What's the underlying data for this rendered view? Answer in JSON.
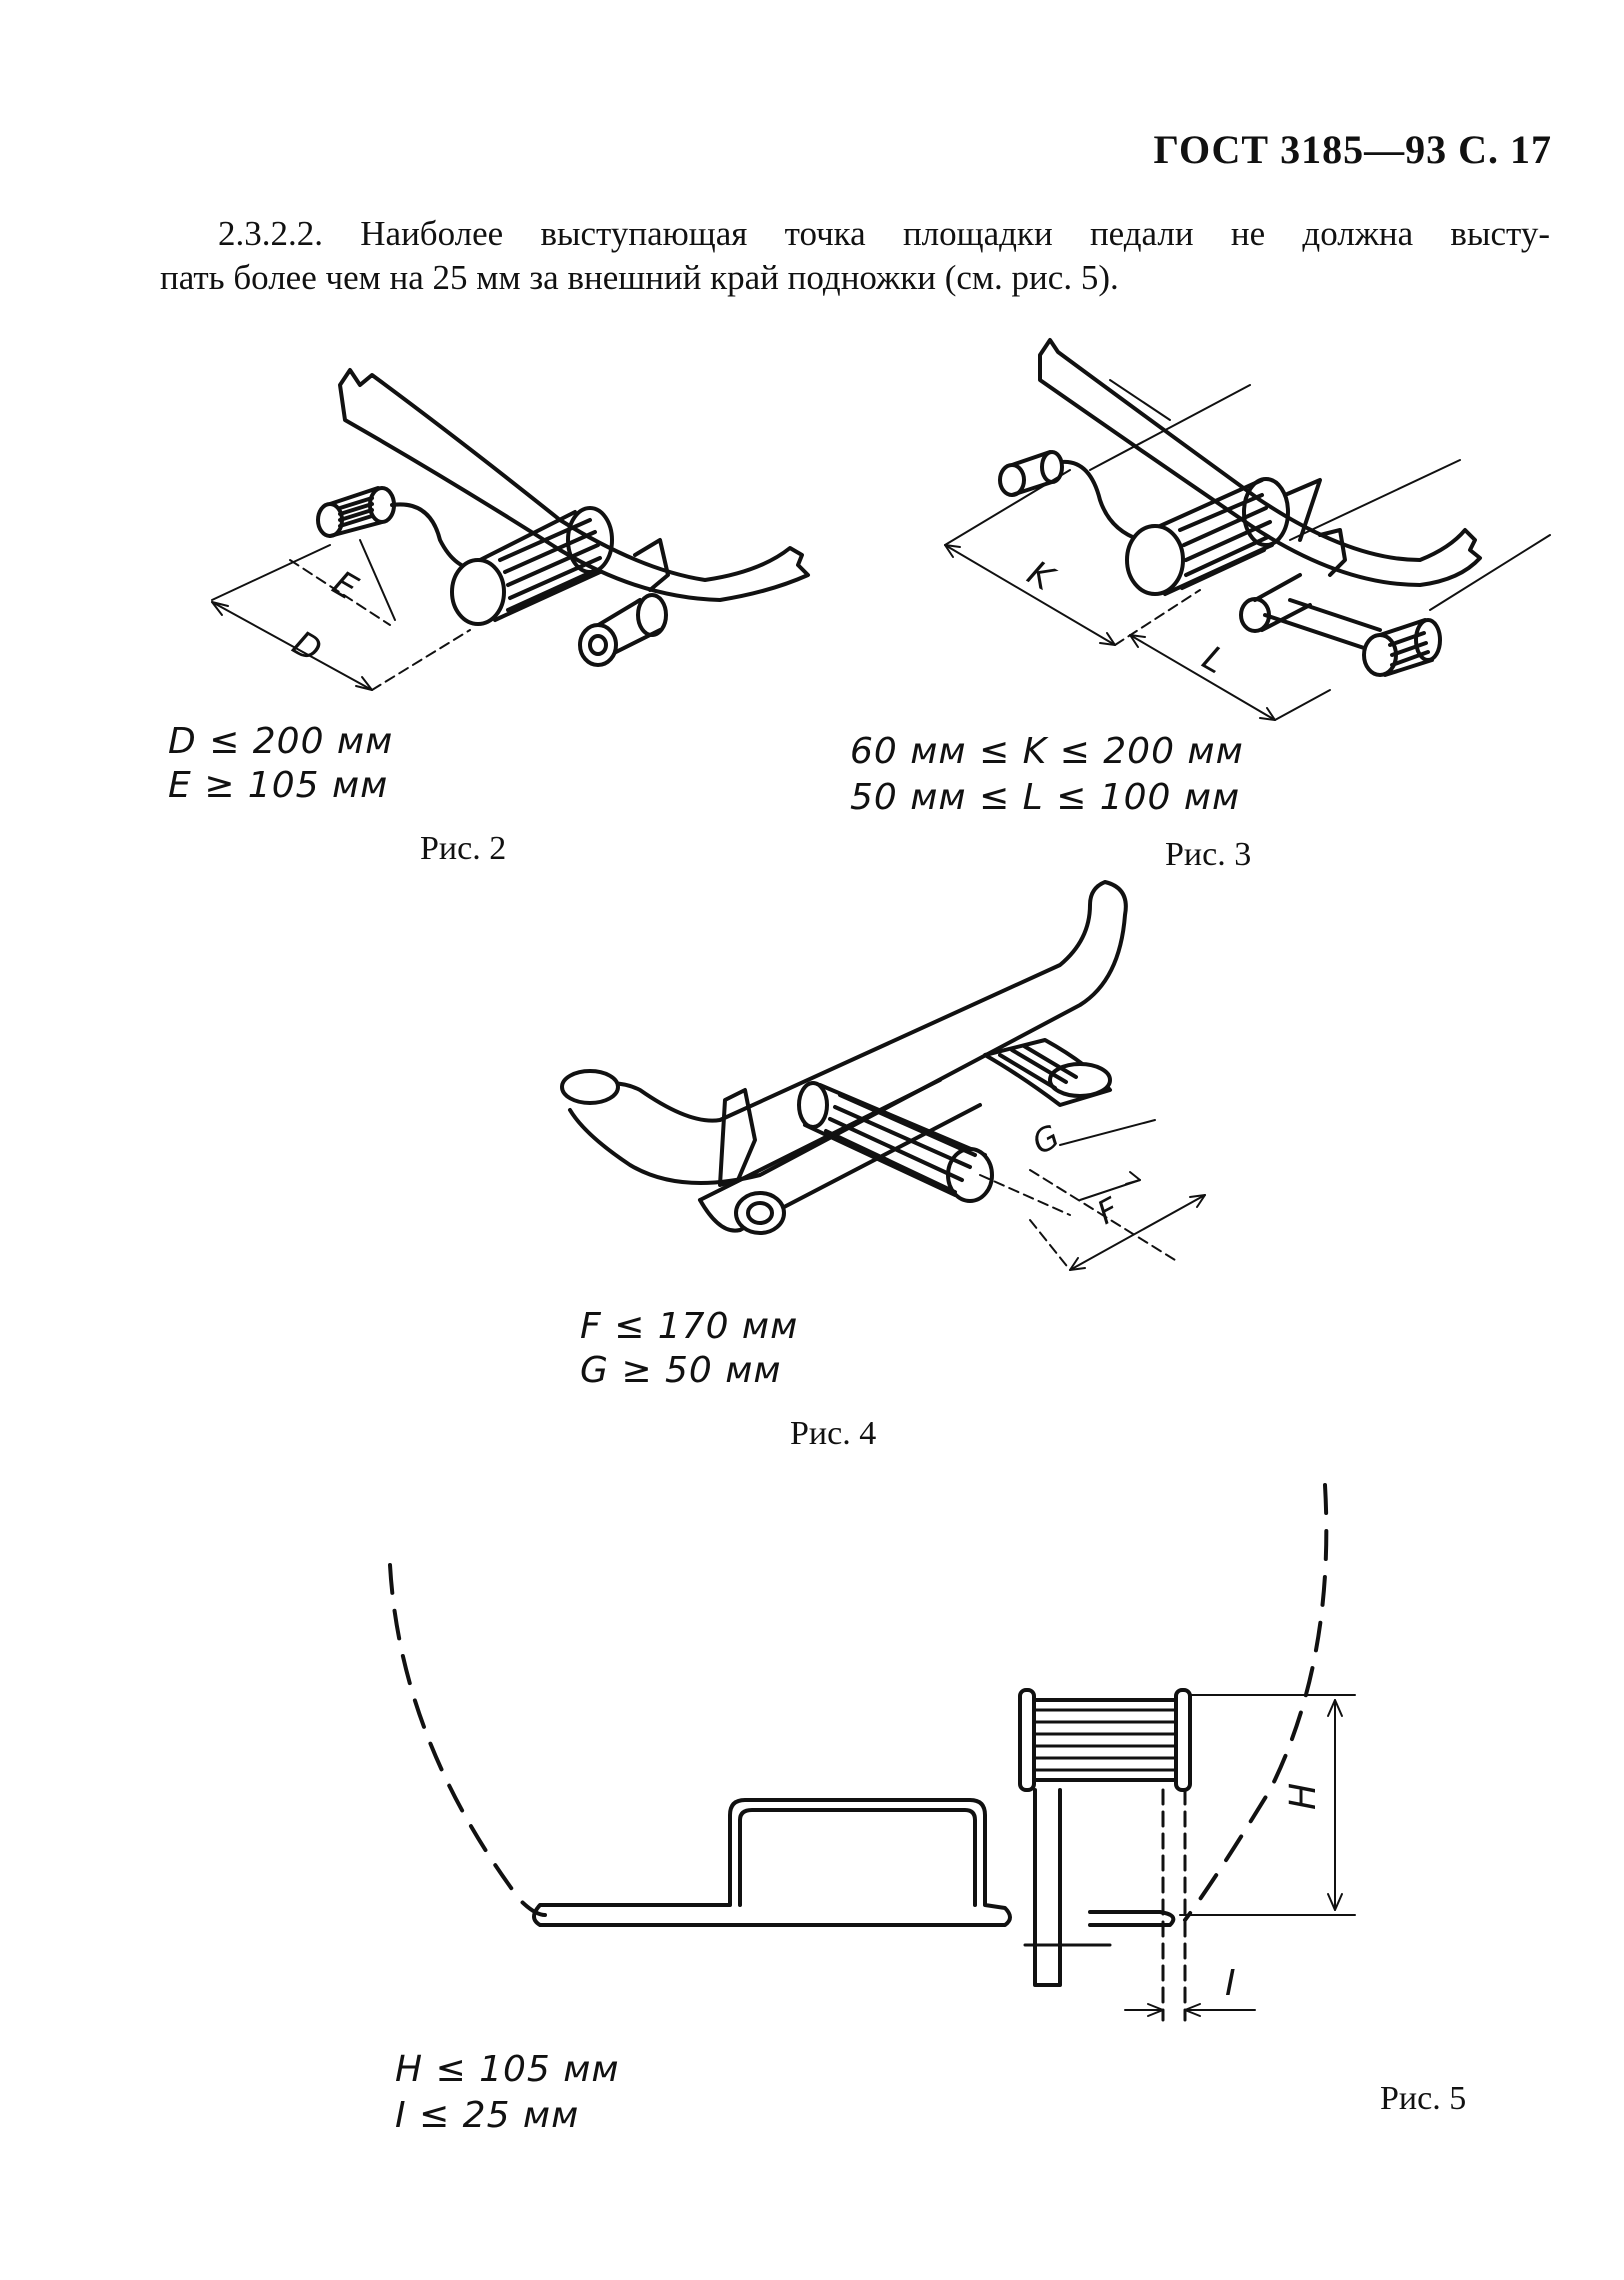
{
  "header": {
    "text": "ГОСТ 3185—93 С. 17"
  },
  "paragraph": {
    "line1": "2.3.2.2. Наиболее выступающая точка площадки педали не должна высту-",
    "line2": "пать более чем на 25 мм за внешний край подножки (см. рис. 5)."
  },
  "figures": [
    {
      "id": "fig2",
      "caption": "Рис. 2",
      "dim_labels": [
        "E",
        "D"
      ],
      "formulas": [
        "D ≤ 200 мм",
        "E ≥ 105 мм"
      ]
    },
    {
      "id": "fig3",
      "caption": "Рис. 3",
      "dim_labels": [
        "K",
        "L"
      ],
      "formulas": [
        "60 мм ≤ K ≤ 200 мм",
        "50 мм ≤ L ≤ 100 мм"
      ]
    },
    {
      "id": "fig4",
      "caption": "Рис. 4",
      "dim_labels": [
        "G",
        "F"
      ],
      "formulas": [
        "F ≤ 170 мм",
        "G ≥ 50 мм"
      ]
    },
    {
      "id": "fig5",
      "caption": "Рис. 5",
      "dim_labels": [
        "H",
        "I"
      ],
      "formulas": [
        "H ≤ 105 мм",
        "I ≤ 25 мм"
      ]
    }
  ]
}
